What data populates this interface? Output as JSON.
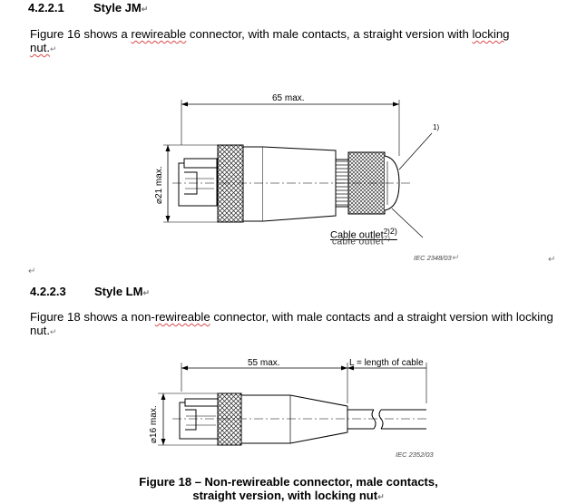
{
  "section1": {
    "number": "4.2.2.1",
    "title": "Style JM",
    "para_line1_a": "Figure 16 shows a ",
    "para_line1_b": "rewireable",
    "para_line1_c": " connector, with male contacts, a straight version with ",
    "para_line1_d": "locking",
    "para_line2": "nut."
  },
  "figure1": {
    "dimension_length": "65 max.",
    "dimension_diameter": "⌀21 max.",
    "callout": "1)",
    "cable_outlet_label": "Cable outlet",
    "cable_outlet_note": "2)",
    "cable_outlet_ghost": "cable outlet",
    "cable_outlet_ghost_note": "2)",
    "ref": "IEC 2348/03"
  },
  "section2": {
    "number": "4.2.2.3",
    "title": "Style LM",
    "para_line1_a": "Figure 18 shows a non-",
    "para_line1_b": "rewireable",
    "para_line1_c": " connector, with male contacts and a straight version with locking",
    "para_line2": "nut."
  },
  "figure2": {
    "dimension_length": "55 max.",
    "cable_label": "L = length of cable",
    "dimension_diameter": "⌀16 max.",
    "ref": "IEC  2352/03"
  },
  "caption": {
    "line1": "Figure 18 – Non-rewireable connector, male contacts,",
    "line2": "straight version, with locking nut"
  },
  "marks": {
    "para": "↵",
    "arrow": "↵"
  }
}
